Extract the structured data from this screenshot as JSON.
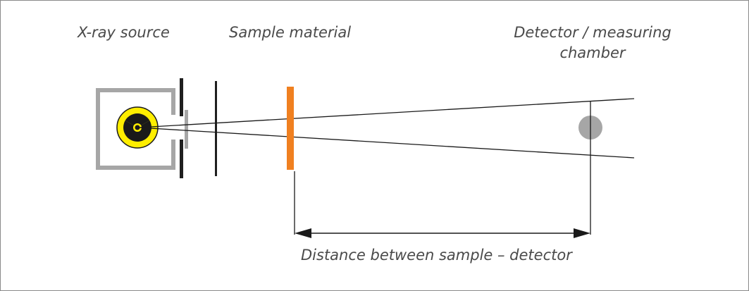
{
  "labels": {
    "source": "X-ray source",
    "sample": "Sample material",
    "detector": "Detector / measuring chamber",
    "distance": "Distance between sample – detector"
  },
  "colors": {
    "housing": "#a6a6a6",
    "radiation_symbol_fill": "#ffee00",
    "radiation_symbol_mark": "#1a1a1a",
    "shutter": "#1f1f1f",
    "sample": "#f08020",
    "detector": "#a6a6a6",
    "text": "#4a4a4a"
  },
  "icons": {
    "source_symbol": "radiation-trefoil-icon"
  }
}
